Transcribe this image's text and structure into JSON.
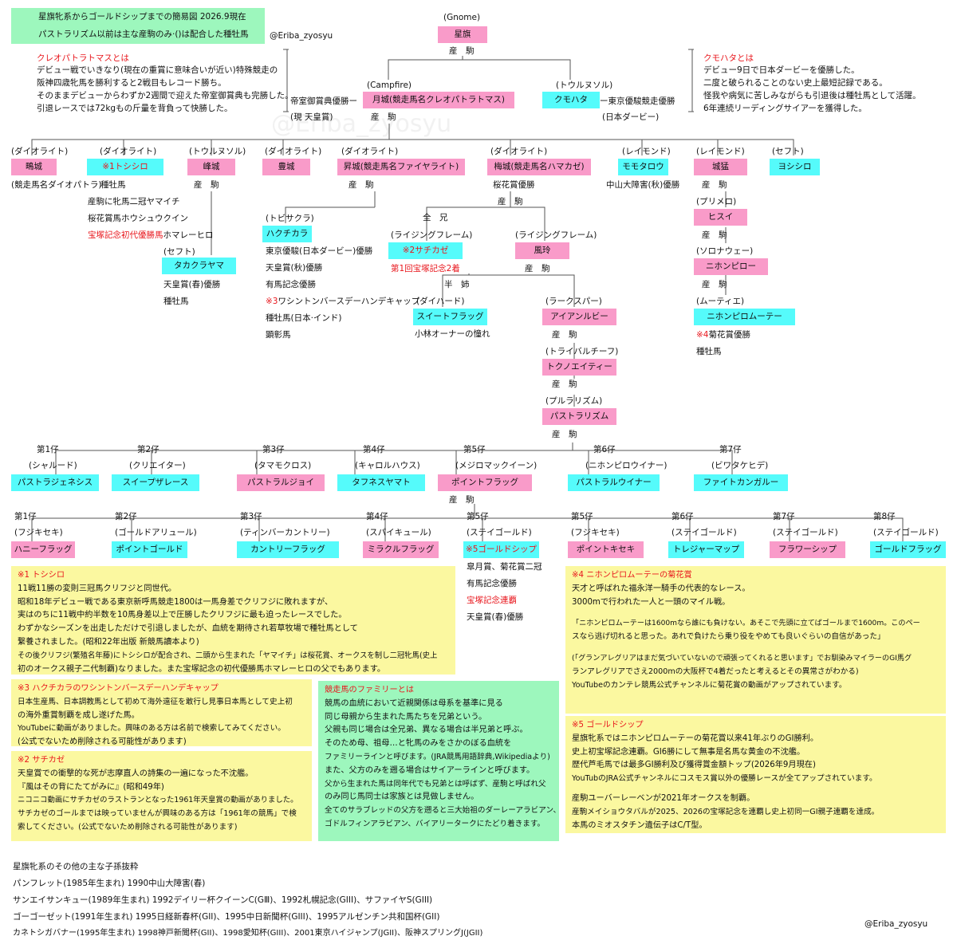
{
  "header": {
    "line1": "星旗牝系からゴールドシップまでの簡易図 2026.9現在",
    "line2": "パストラリズム以前は主な産駒のみ·()は配合した種牡馬",
    "handle": "@Eriba_zyosyu",
    "footer_handle": "@Eriba_zyosyu"
  },
  "watermark": "@Eriba_zyosyu",
  "labels": {
    "sanku": "産　駒",
    "zenkei": "全　兄",
    "hanshi": "半　姉"
  },
  "root": {
    "sire": "(Gnome)",
    "name": "星旗"
  },
  "gen1": {
    "gessho": {
      "sire": "(Campfire)",
      "name": "月城(競走馬名クレオパトラトマス)",
      "note1": "帝室御賞典優勝ー",
      "note2": "(現 天皇賞)"
    },
    "kumohata": {
      "sire": "(トウルヌソル)",
      "name": "クモハタ",
      "note1": "ー東京優駿競走優勝",
      "note2": "(日本ダービー)"
    }
  },
  "left_note": {
    "title": "クレオパトラトマスとは",
    "lines": [
      "デビュー戦でいきなり(現在の重賞に意味合いが近い)特殊競走の",
      "阪神四歳牝馬を勝利すると2戦目もレコード勝ち。",
      "そのままデビューからわずか2週間で迎えた帝室御賞典も完勝した。",
      "引退レースでは72kgもの斤量を背負って快勝した。"
    ]
  },
  "right_note": {
    "title": "クモハタとは",
    "lines": [
      "デビュー9日で日本ダービーを優勝した。",
      "二度と破られることのない史上最短記録である。",
      "怪我や病気に苦しみながらも引退後は種牡馬として活躍。",
      "6年連続リーディングサイアーを獲得した。"
    ]
  },
  "gen2": {
    "shigi": {
      "sire": "(ダイオライト)",
      "name": "鴫城",
      "note": "(競走馬名ダイオパトラ)"
    },
    "toshishiro": {
      "sire": "(ダイオライト)",
      "name": "※1トシシロ",
      "notes": [
        "種牡馬",
        "産駒に牝馬二冠ヤマイチ",
        "桜花賞馬ホウシュウクイン"
      ],
      "red_prefix": "宝塚記念初代優勝馬",
      "red_suffix": "ホマレーヒロ"
    },
    "mine": {
      "sire": "(トウルヌソル)",
      "name": "峰城"
    },
    "takakurayama": {
      "sire": "(セフト)",
      "name": "タカクラヤマ",
      "notes": [
        "天皇賞(春)優勝",
        "種牡馬"
      ]
    },
    "toyo": {
      "sire": "(ダイオライト)",
      "name": "豊城"
    },
    "noboru": {
      "sire": "(ダイオライト)",
      "name": "昇城(競走馬名ファイヤライト)"
    },
    "hakuchikara": {
      "sire": "(トビサクラ)",
      "name": "ハクチカラ",
      "notes": [
        "東京優駿(日本ダービー)優勝",
        "天皇賞(秋)優勝",
        "有馬記念優勝"
      ],
      "red_item": "※3",
      "item3": "ワシントンバースデーハンデキャップ",
      "notes2": [
        "種牡馬(日本·インド)",
        "顕彰馬"
      ]
    },
    "ume": {
      "sire": "(ダイオライト)",
      "name": "梅城(競走馬名ハマカゼ)",
      "note": "桜花賞優勝"
    },
    "sachikaze": {
      "sire": "(ライジングフレーム)",
      "name": "※2サチカゼ",
      "note": "第1回宝塚記念2着"
    },
    "furei": {
      "sire": "(ライジングフレーム)",
      "name": "風玲"
    },
    "sweetflag": {
      "sire": "(ダイハード)",
      "name": "スイートフラッグ",
      "note": "小林オーナーの憧れ"
    },
    "ironruby": {
      "sire": "(ラークスパー)",
      "name": "アイアンルビー"
    },
    "tokunoeitee": {
      "sire": "(トライバルチーフ)",
      "name": "トクノエイティー"
    },
    "pastralism": {
      "sire": "(プルラリズム)",
      "name": "パストラリズム"
    },
    "momotaro": {
      "sire": "(レイモンド)",
      "name": "モモタロウ",
      "note": "中山大障害(秋)優勝"
    },
    "jomo": {
      "sire": "(レイモンド)",
      "name": "城猛"
    },
    "hisui": {
      "sire": "(プリメロ)",
      "name": "ヒスイ"
    },
    "nihonpillow": {
      "sire": "(ソロナウェー)",
      "name": "ニホンピロー"
    },
    "moutiez": {
      "sire": "(ムーティエ)",
      "name": "ニホンピロムーテー",
      "red_item": "※4",
      "item": "菊花賞優勝",
      "note2": "種牡馬"
    },
    "yoshishiro": {
      "sire": "(セフト)",
      "name": "ヨシシロ"
    }
  },
  "pastral_children": [
    {
      "order": "第1仔",
      "sire": "(シャルード)",
      "name": "パストラジェネシス"
    },
    {
      "order": "第2仔",
      "sire": "(クリエイター)",
      "name": "スイープザレース"
    },
    {
      "order": "第3仔",
      "sire": "(タマモクロス)",
      "name": "パストラルジョイ"
    },
    {
      "order": "第4仔",
      "sire": "(キャロルハウス)",
      "name": "タフネスヤマト"
    },
    {
      "order": "第5仔",
      "sire": "(メジロマックイーン)",
      "name": "ポイントフラッグ"
    },
    {
      "order": "第6仔",
      "sire": "(ニホンピロウイナー)",
      "name": "パストラルウイナー"
    },
    {
      "order": "第7仔",
      "sire": "(ビワタケヒデ)",
      "name": "ファイトカンガルー"
    }
  ],
  "point_children": [
    {
      "order": "第1仔",
      "sire": "(フジキセキ)",
      "name": "ハニーフラッグ"
    },
    {
      "order": "第2仔",
      "sire": "(ゴールドアリュール)",
      "name": "ポイントゴールド"
    },
    {
      "order": "第3仔",
      "sire": "(ティンバーカントリー)",
      "name": "カントリーフラッグ"
    },
    {
      "order": "第4仔",
      "sire": "(スパイキュール)",
      "name": "ミラクルフラッグ"
    },
    {
      "order": "第5仔",
      "sire": "(ステイゴールド)",
      "name": "※5ゴールドシップ"
    },
    {
      "order": "第5仔",
      "sire": "(フジキセキ)",
      "name": "ポイントキセキ"
    },
    {
      "order": "第6仔",
      "sire": "(ステイゴールド)",
      "name": "トレジャーマップ"
    },
    {
      "order": "第7仔",
      "sire": "(ステイゴールド)",
      "name": "フラワーシップ"
    },
    {
      "order": "第8仔",
      "sire": "(ステイゴールド)",
      "name": "ゴールドフラッグ"
    }
  ],
  "goldship_notes": [
    "皐月賞、菊花賞二冠",
    "有馬記念優勝"
  ],
  "goldship_red": "宝塚記念連覇",
  "goldship_note3": "天皇賞(春)優勝",
  "notes": {
    "n1": {
      "title": "※1 トシシロ",
      "lines": [
        "11戦11勝の変則三冠馬クリフジと同世代。",
        "昭和18年デビュー戦である東京新呼馬競走1800は一馬身差でクリフジに敗れますが、",
        "実はのちに11戦中約半数を10馬身差以上で圧勝したクリフジに最も迫ったレースでした。",
        "わずかなシーズンを出走しただけで引退しましたが、血統を期待され若草牧場で種牡馬として",
        "繋養されました。(昭和22年出版 新競馬讀本より)",
        "その後クリフジ(繁殖名年藤)にトシシロが配合され、二頭から生まれた「ヤマイチ」は桜花賞、オークスを制し二冠牝馬(史上",
        "初のオークス親子二代制覇)なりました。また宝塚記念の初代優勝馬ホマレーヒロの父でもあります。"
      ]
    },
    "n3": {
      "title": "※3 ハクチカラのワシントンバースデーハンデキャップ",
      "lines": [
        "日本生産馬、日本調教馬として初めて海外遠征を敢行し見事日本馬として史上初",
        "の海外重賞制覇を成し遂げた馬。",
        "YouTubeに動画がありました。興味のある方は名前で検索してみてください。",
        "(公式でないため削除される可能性があります)"
      ]
    },
    "n2": {
      "title": "※2 サチカゼ",
      "lines": [
        "天皇賞での衝撃的な死が志摩直人の詩集の一遍になった不沈艦。",
        "『風はその背にたてがみに』(昭和49年)",
        "ニコニコ動画にサチカゼのラストランとなった1961年天皇賞の動画がありました。",
        "サチカゼのゴールまでは映っていませんが興味のある方は「1961年の競馬」で検",
        "索してください。(公式でないため削除される可能性があります)"
      ]
    },
    "family": {
      "title": "競走馬のファミリーとは",
      "lines": [
        "競馬の血統において近親関係は母系を基準に見る",
        "同じ母親から生まれた馬たちを兄弟という。",
        "父親も同じ場合は全兄弟、異なる場合は半兄弟と呼ぶ。",
        "そのため母、祖母…と牝馬のみをさかのぼる血統を",
        "ファミリーラインと呼びます。(JRA競馬用語辞典,Wikipediaより)",
        "また、父方のみを遡る場合はサイアーラインと呼びます。",
        "父から生まれた馬は同年代でも兄弟とは呼ばず、産駒と呼ばれ父",
        "のみ同じ馬同士は家族とは見做しません。",
        "全てのサラブレッドの父方を遡ると三大始祖のダーレーアラビアン、",
        "ゴドルフィンアラビアン、バイアリータークにたどり着きます。"
      ]
    },
    "n4": {
      "title": "※4 ニホンピロムーテーの菊花賞",
      "lines": [
        "天才と呼ばれた福永洋一騎手の代表的なレース。",
        "3000mで行われた一人と一頭のマイル戦。",
        "",
        "「ニホンピロムーテーは1600mなら誰にも負けない。あそこで先頭に立てばゴールまで1600m。このペー",
        "スなら逃げ切れると思った。あれで負けたら乗り役をやめても良いぐらいの自信があった」",
        "",
        "(「グランアレグリアはまだ気づいていないので頑張ってくれると思います」でお馴染みマイラーのGⅠ馬グ",
        "ランアレグリアでさえ2000mの大阪杯で4着だったと考えるとその異常さがわかる)",
        "YouTubeのカンテレ競馬公式チャンネルに菊花賞の動画がアップされています。"
      ]
    },
    "n5": {
      "title": "※5 ゴールドシップ",
      "lines": [
        "星旗牝系ではニホンピロムーテーの菊花賞以来41年ぶりのGⅠ勝利。",
        "史上初宝塚記念連覇。GⅠ6勝にして無事是名馬な黄金の不沈艦。",
        "歴代芦毛馬では最多GⅠ勝利及び獲得賞金額トップ(2026年9月現在)",
        "YouTubのJRA公式チャンネルにコスモス賞以外の優勝レースが全てアップされています。",
        "",
        "産駒ユーバーレーベンが2021年オークスを制覇。",
        "産駒メイショウタバルが2025、2026の宝塚記念を連覇し史上初同一GⅠ親子連覇を達成。",
        "本馬のミオスタチン遺伝子はC/T型。"
      ]
    }
  },
  "others": {
    "title": "星旗牝系のその他の主な子孫抜粋",
    "lines": [
      "パンフレット(1985年生まれ) 1990中山大障害(春)",
      "サンエイサンキュー(1989年生まれ) 1992デイリー杯クイーンC(GⅢ)、1992札幌記念(GIII)、サファイヤS(GIII)",
      "ゴーゴーゼット(1991年生まれ) 1995日経新春杯(GII)、1995中日新聞杯(GIII)、1995アルゼンチン共和国杯(GII)",
      "カネトシガバナー(1995年生まれ) 1998神戸新聞杯(GII)、1998愛知杯(GIII)、2001東京ハイジャンプ(JGII)、阪神スプリングJ(JGII)"
    ]
  },
  "colors": {
    "pink": "#f99bc9",
    "cyan": "#55fbfb",
    "yellow": "#fbf8a0",
    "green": "#9df7bd",
    "red": "#e8161c"
  }
}
